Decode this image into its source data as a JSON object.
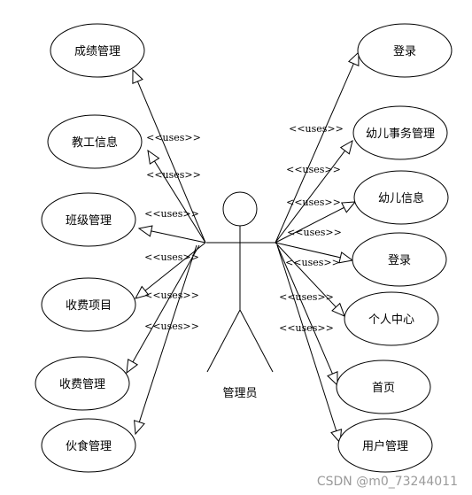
{
  "diagram": {
    "actor": {
      "label": "管理员"
    },
    "stereotype": "<<uses>>",
    "left_use_cases": [
      "成绩管理",
      "教工信息",
      "班级管理",
      "收费项目",
      "收费管理",
      "伙食管理"
    ],
    "right_use_cases": [
      "登录",
      "幼儿事务管理",
      "幼儿信息",
      "登录",
      "个人中心",
      "首页",
      "用户管理"
    ]
  },
  "watermark": "CSDN @m0_73244011"
}
